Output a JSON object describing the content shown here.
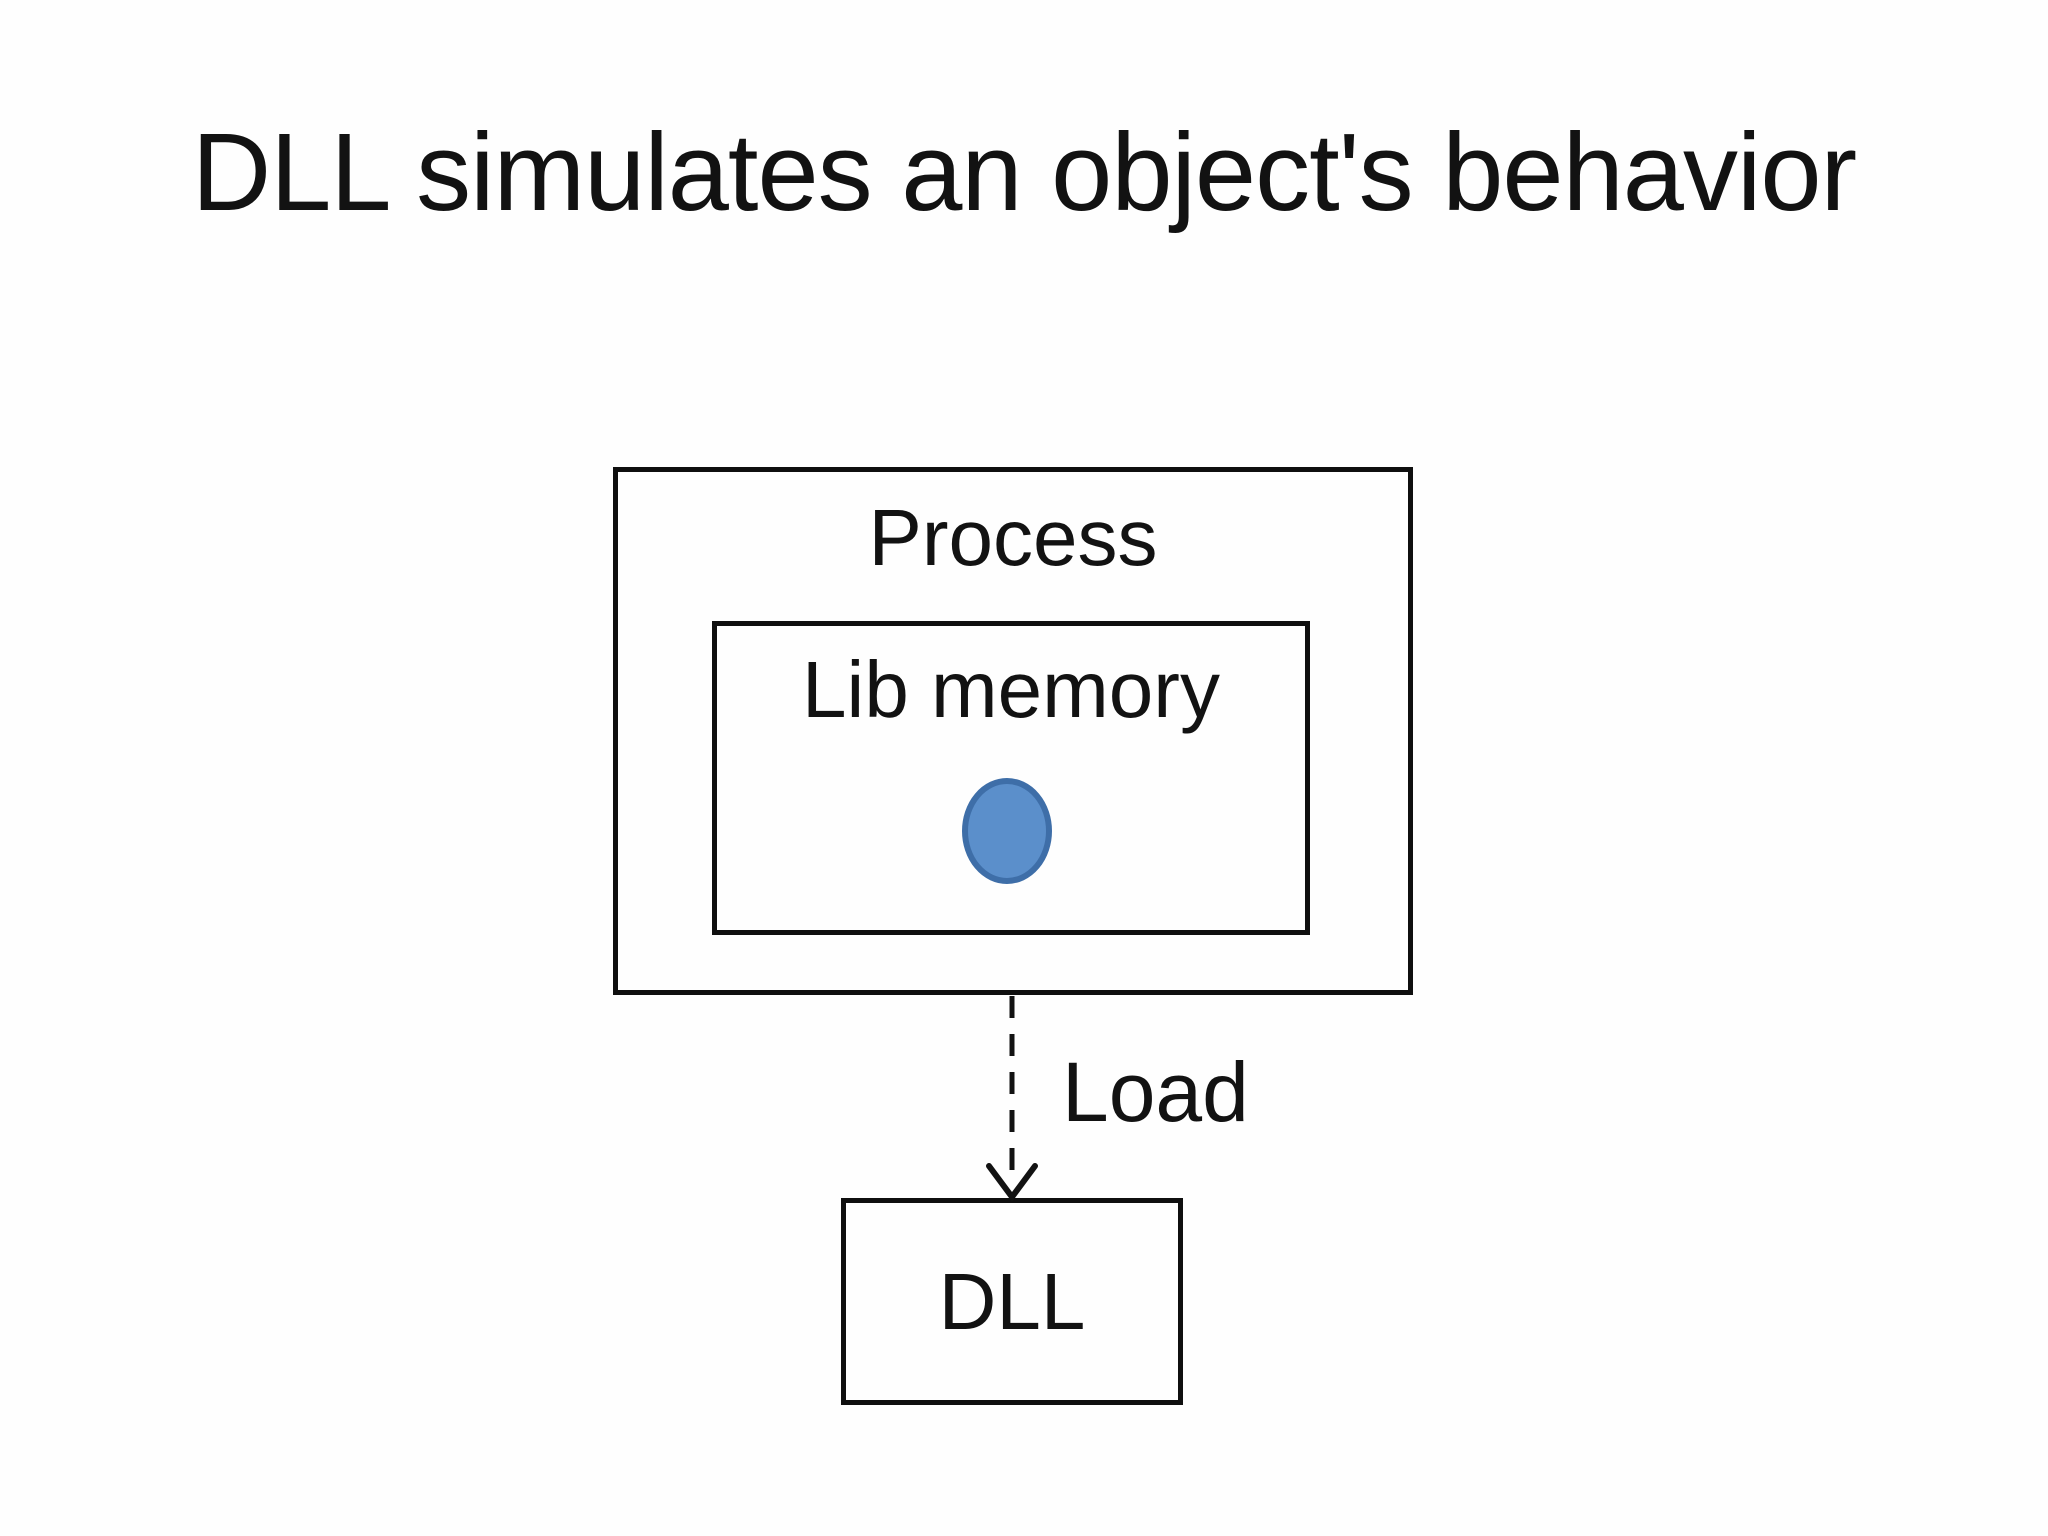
{
  "slide": {
    "title": "DLL simulates an object's behavior",
    "background": "#fefefe",
    "text_color": "#121212"
  },
  "diagram": {
    "process_box": {
      "label": "Process"
    },
    "lib_memory_box": {
      "label": "Lib memory"
    },
    "object_dot": {
      "fill": "#5b8fcb",
      "stroke": "#3e6ea8"
    },
    "load_arrow": {
      "label": "Load",
      "style": "dashed",
      "color": "#121212"
    },
    "dll_box": {
      "label": "DLL"
    }
  }
}
